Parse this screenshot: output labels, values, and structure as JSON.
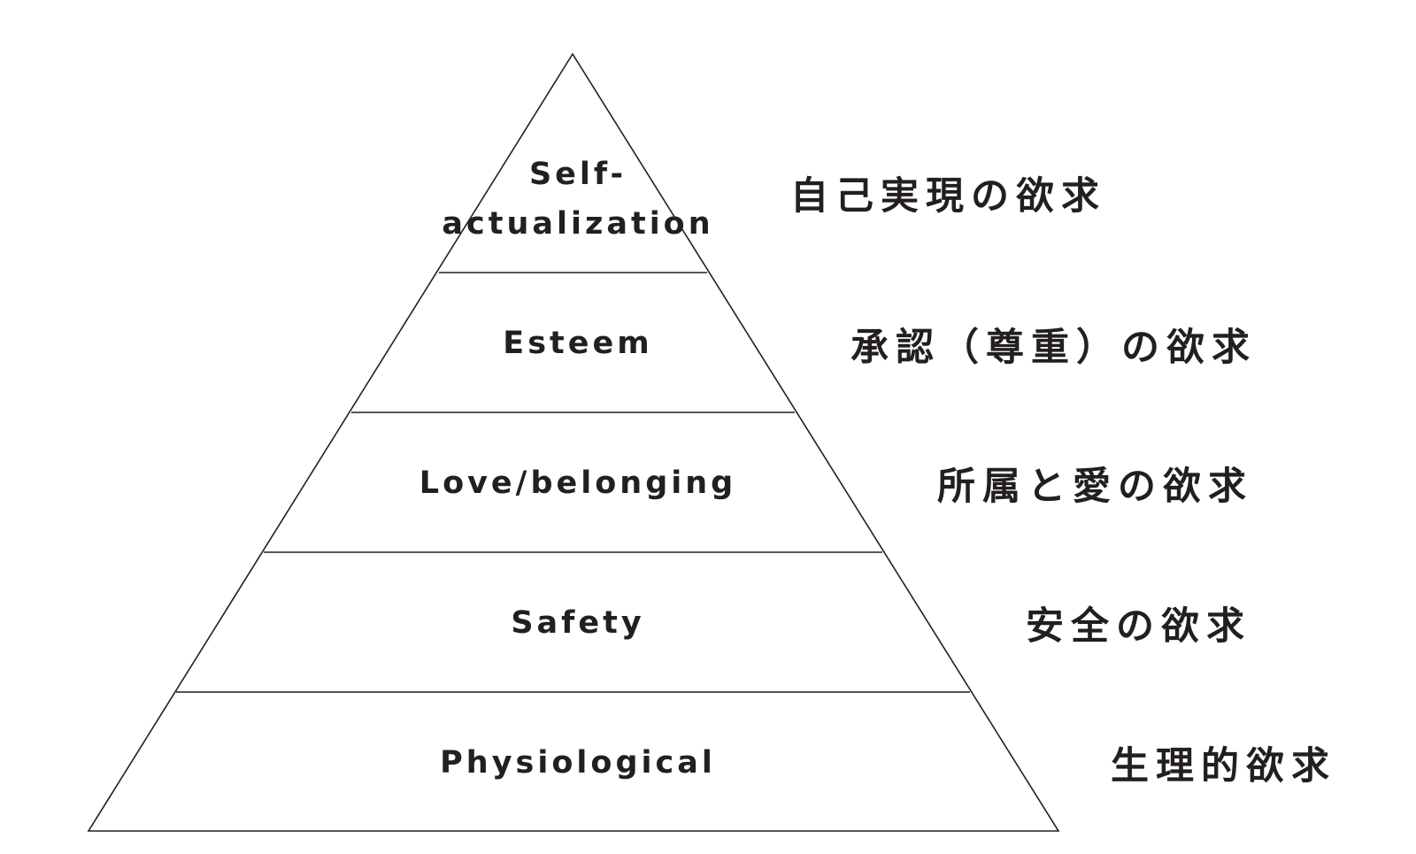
{
  "levels": [
    {
      "en_lines": [
        "Self-",
        "actualization"
      ],
      "ja": "自己実現の欲求"
    },
    {
      "en_lines": [
        "Esteem"
      ],
      "ja": "承認（尊重）の欲求"
    },
    {
      "en_lines": [
        "Love/belonging"
      ],
      "ja": "所属と愛の欲求"
    },
    {
      "en_lines": [
        "Safety"
      ],
      "ja": "安全の欲求"
    },
    {
      "en_lines": [
        "Physiological"
      ],
      "ja": "生理的欲求"
    }
  ]
}
